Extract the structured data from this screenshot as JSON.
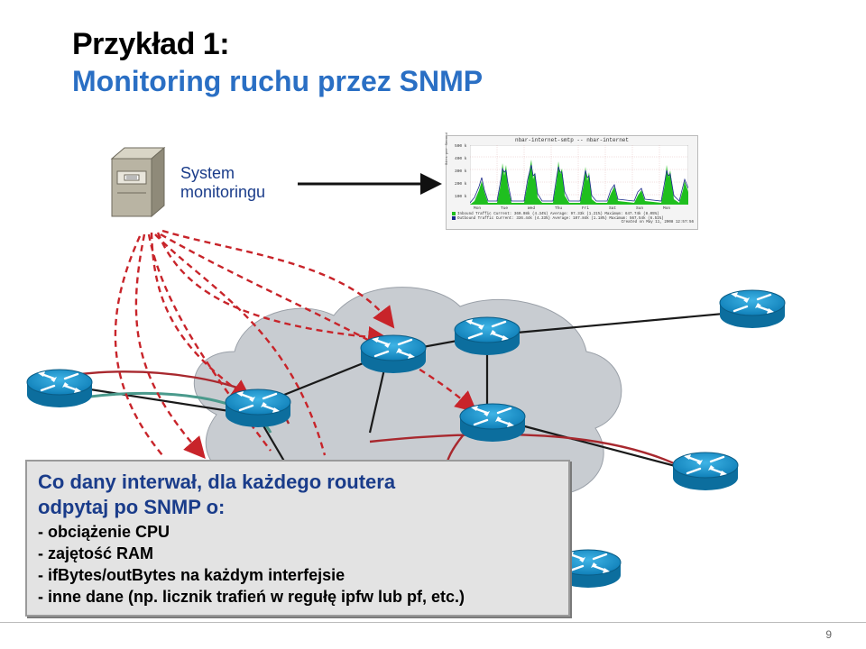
{
  "slide": {
    "title_line1": "Przykład 1:",
    "title_line2": "Monitoring ruchu przez SNMP",
    "system_label_line1": "System",
    "system_label_line2": "monitoringu",
    "page_number": "9"
  },
  "graph": {
    "title": "nbar-internet-smtp -- nbar-internet",
    "side_label": "Bits per Second",
    "y_ticks": [
      "500 k",
      "400 k",
      "300 k",
      "200 k",
      "100 k"
    ],
    "x_ticks": [
      "Mon",
      "Tue",
      "Wed",
      "Thu",
      "Fri",
      "Sat",
      "Sun",
      "Mon"
    ],
    "legend": [
      {
        "label": "Inbound Traffic",
        "stats": "Current: 360.08k (4.34%)   Average: 97.33k (1.21%)   Maximum: 647.74k (8.05%)",
        "color": "#1fbf1f"
      },
      {
        "label": "Outbound Traffic",
        "stats": "Current: 336.44k (4.33%)   Average: 107.84k (1.18%)   Maximum: 567.54k (6.51%)",
        "color": "#1a2a8a"
      }
    ],
    "created": "Created on May 11, 2008 12:57:56"
  },
  "info_box": {
    "line1": "Co dany interwał, dla każdego routera",
    "line2": "odpytaj po SNMP o:",
    "items": [
      "- obciążenie CPU",
      "- zajętość RAM",
      "- ifBytes/outBytes na każdym interfejsie",
      "- inne dane (np. licznik trafień w regułę ipfw lub pf, etc.)"
    ]
  },
  "colors": {
    "title_blue": "#2a6fc4",
    "router_blue": "#1a9bd4",
    "cloud": "#c8ccd1",
    "dashed_red": "#c8242a",
    "link_dark": "#1a1a1a",
    "link_red": "#a8282e",
    "link_teal": "#4a9a8c"
  },
  "icons": [
    "server-icon",
    "router-icon",
    "cloud-shape",
    "graph-thumbnail"
  ]
}
